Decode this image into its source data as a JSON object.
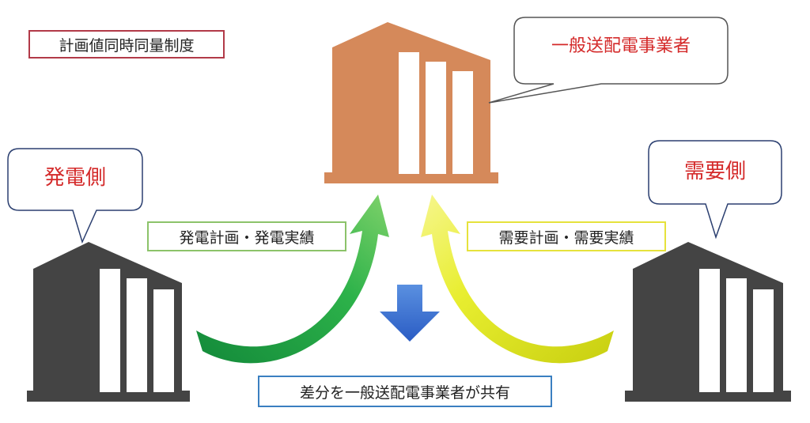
{
  "title": "計画値同時同量制度",
  "operator": {
    "label": "一般送配電事業者",
    "color": "#d5895a"
  },
  "generation_side": {
    "label": "発電側",
    "color": "#444444"
  },
  "demand_side": {
    "label": "需要側",
    "color": "#444444"
  },
  "generation_flow": {
    "label": "発電計画・発電実績",
    "arrow_color": "#2db24a"
  },
  "demand_flow": {
    "label": "需要計画・需要実績",
    "arrow_color": "#e2e82a"
  },
  "shared": {
    "label": "差分を一般送配電事業者が共有",
    "arrow_color": "#3a6fd0"
  }
}
